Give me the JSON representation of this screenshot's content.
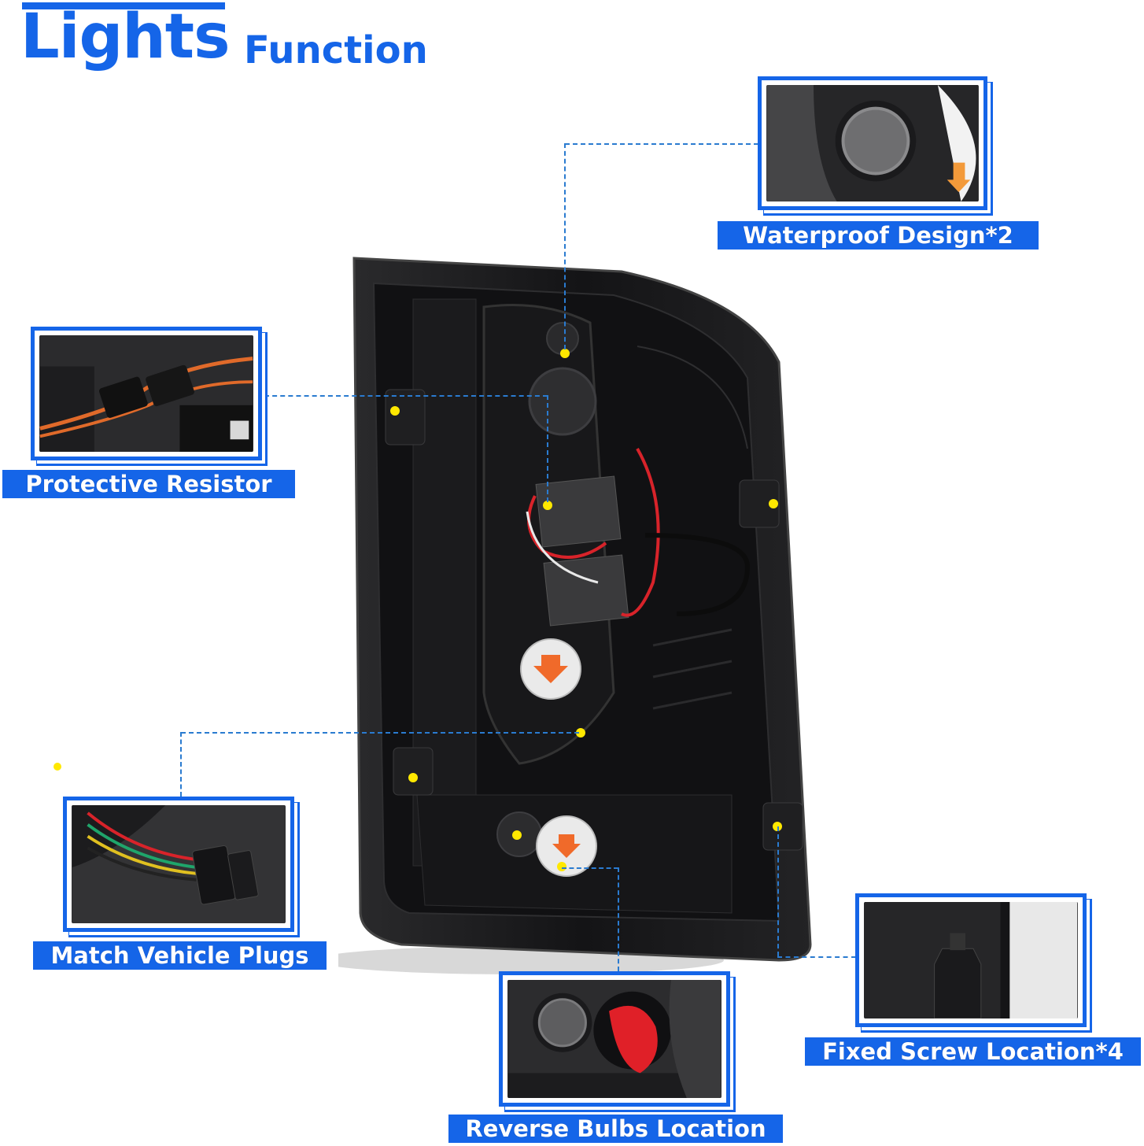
{
  "header": {
    "title_main": "Lights",
    "title_sub": "Function"
  },
  "callouts": {
    "waterproof": "Waterproof Design*2",
    "resistor": "Protective Resistor",
    "plugs": "Match Vehicle Plugs",
    "screws": "Fixed Screw Location*4",
    "reverse": "Reverse Bulbs Location"
  },
  "colors": {
    "accent": "#1565e8",
    "marker": "#ffe800",
    "housing": "#1c1c1e"
  }
}
